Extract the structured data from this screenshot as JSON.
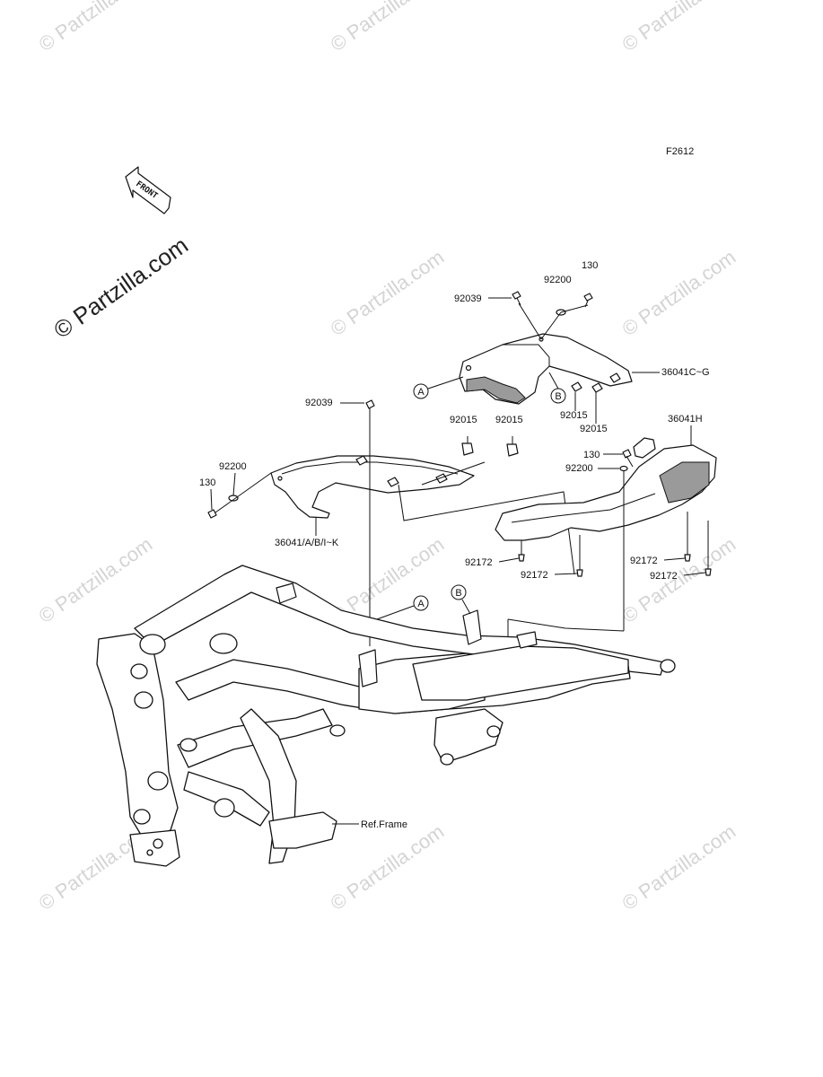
{
  "diagram_code": "F2612",
  "front_arrow_text": "FRONT",
  "watermark_text": "© Partzilla.com",
  "callouts": {
    "a": "A",
    "b": "B"
  },
  "parts": {
    "p_130": "130",
    "p_92200": "92200",
    "p_92039": "92039",
    "p_36041CG": "36041C~G",
    "p_92015": "92015",
    "p_36041H": "36041H",
    "p_36041ABIK": "36041/A/B/I~K",
    "p_92172": "92172",
    "p_ref_frame": "Ref.Frame"
  }
}
